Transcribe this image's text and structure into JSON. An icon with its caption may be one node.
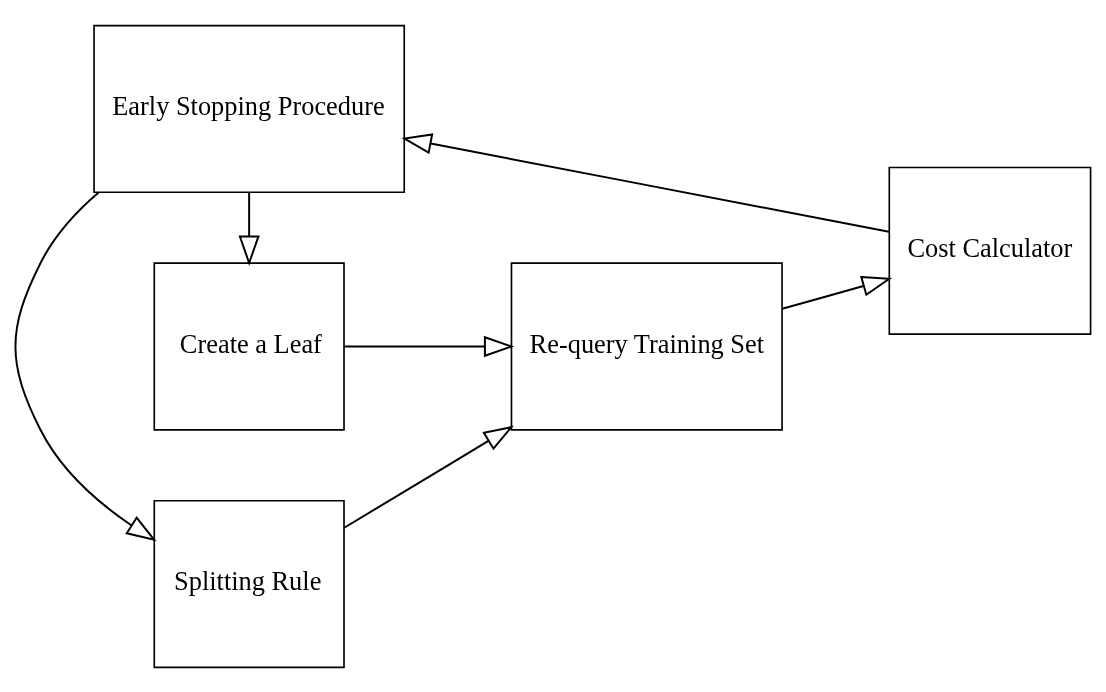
{
  "diagram": {
    "nodes": [
      {
        "text": [
          "Splitting Rule"
        ]
      },
      {
        "text": [
          "Re-query Training Set"
        ]
      },
      {
        "text": [
          "Cost Calculator"
        ]
      },
      {
        "text": [
          "Early Stopping Procedure"
        ]
      },
      {
        "text": [
          "Create a Leaf"
        ]
      }
    ],
    "edges": [
      {
        "from": 0,
        "to": 1,
        "arrow": "to"
      },
      {
        "from": 1,
        "to": 2,
        "arrow": "to"
      },
      {
        "from": 2,
        "to": 3,
        "arrow": "to"
      },
      {
        "from": 3,
        "to": 0,
        "arrow": "to"
      },
      {
        "from": 3,
        "to": 4,
        "arrow": "to"
      },
      {
        "from": 4,
        "to": 1,
        "arrow": "to"
      }
    ]
  }
}
